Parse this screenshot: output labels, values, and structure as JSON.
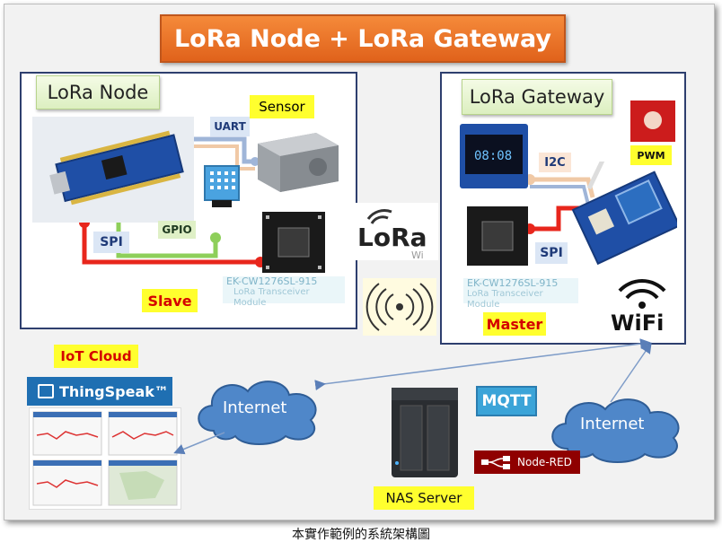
{
  "title": "LoRa Node + LoRa Gateway",
  "node": {
    "label": "LoRa Node",
    "sensor": "Sensor",
    "uart": "UART",
    "gpio": "GPIO",
    "spi": "SPI",
    "role": "Slave",
    "module_name": "EK-CW1276SL-915",
    "module_desc": "LoRa Transceiver Module"
  },
  "lora_logo": {
    "text": "LoRa",
    "sub": "Wi"
  },
  "gateway": {
    "label": "LoRa Gateway",
    "i2c": "I2C",
    "pwm": "PWM",
    "spi": "SPI",
    "role": "Master",
    "wifi": "WiFi",
    "module_name": "EK-CW1276SL-915",
    "module_desc": "LoRa Transceiver Module",
    "oled_time": "08:08"
  },
  "cloud": {
    "label": "IoT Cloud",
    "thingspeak": "ThingSpeak™"
  },
  "internet_left": "Internet",
  "internet_right": "Internet",
  "mqtt": "MQTT",
  "nodered": "Node-RED",
  "nas": "NAS Server",
  "caption": "本實作範例的系統架構圖",
  "colors": {
    "title_orange": "#e9722a",
    "frame_navy": "#2e3f6e",
    "wire_red": "#e8261c",
    "wire_green": "#8ecf5a",
    "wire_blue": "#9fb5d8",
    "cloud_blue": "#4f87c9",
    "highlight_yellow": "#ffff2e"
  }
}
